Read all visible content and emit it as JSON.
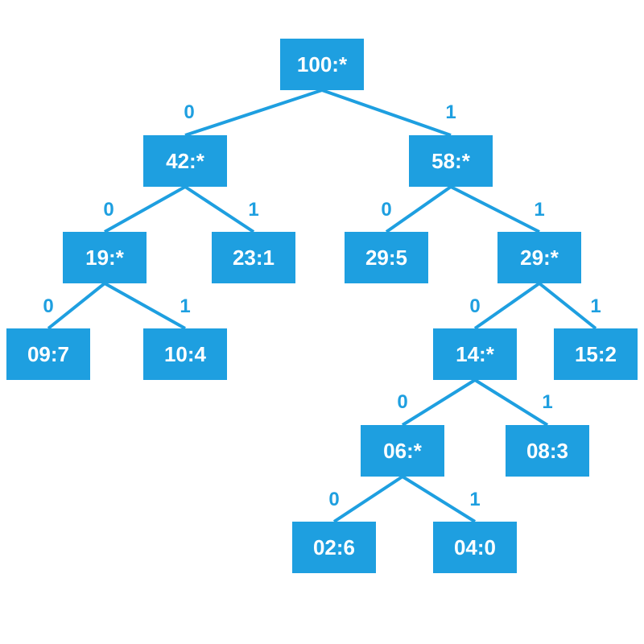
{
  "colors": {
    "node_fill": "#1e9fe0",
    "edge": "#1e9fe0",
    "node_text": "#ffffff",
    "label_text": "#1e9fe0"
  },
  "tree": {
    "nodes": [
      {
        "id": "n100",
        "label": "100:*"
      },
      {
        "id": "n42",
        "label": "42:*"
      },
      {
        "id": "n58",
        "label": "58:*"
      },
      {
        "id": "n19",
        "label": "19:*"
      },
      {
        "id": "n23",
        "label": "23:1"
      },
      {
        "id": "n29a",
        "label": "29:5"
      },
      {
        "id": "n29b",
        "label": "29:*"
      },
      {
        "id": "n09",
        "label": "09:7"
      },
      {
        "id": "n10",
        "label": "10:4"
      },
      {
        "id": "n14",
        "label": "14:*"
      },
      {
        "id": "n15",
        "label": "15:2"
      },
      {
        "id": "n06",
        "label": "06:*"
      },
      {
        "id": "n08",
        "label": "08:3"
      },
      {
        "id": "n02",
        "label": "02:6"
      },
      {
        "id": "n04",
        "label": "04:0"
      }
    ],
    "edges": [
      {
        "from": "n100",
        "to": "n42",
        "label": "0"
      },
      {
        "from": "n100",
        "to": "n58",
        "label": "1"
      },
      {
        "from": "n42",
        "to": "n19",
        "label": "0"
      },
      {
        "from": "n42",
        "to": "n23",
        "label": "1"
      },
      {
        "from": "n58",
        "to": "n29a",
        "label": "0"
      },
      {
        "from": "n58",
        "to": "n29b",
        "label": "1"
      },
      {
        "from": "n19",
        "to": "n09",
        "label": "0"
      },
      {
        "from": "n19",
        "to": "n10",
        "label": "1"
      },
      {
        "from": "n29b",
        "to": "n14",
        "label": "0"
      },
      {
        "from": "n29b",
        "to": "n15",
        "label": "1"
      },
      {
        "from": "n14",
        "to": "n06",
        "label": "0"
      },
      {
        "from": "n14",
        "to": "n08",
        "label": "1"
      },
      {
        "from": "n06",
        "to": "n02",
        "label": "0"
      },
      {
        "from": "n06",
        "to": "n04",
        "label": "1"
      }
    ]
  }
}
